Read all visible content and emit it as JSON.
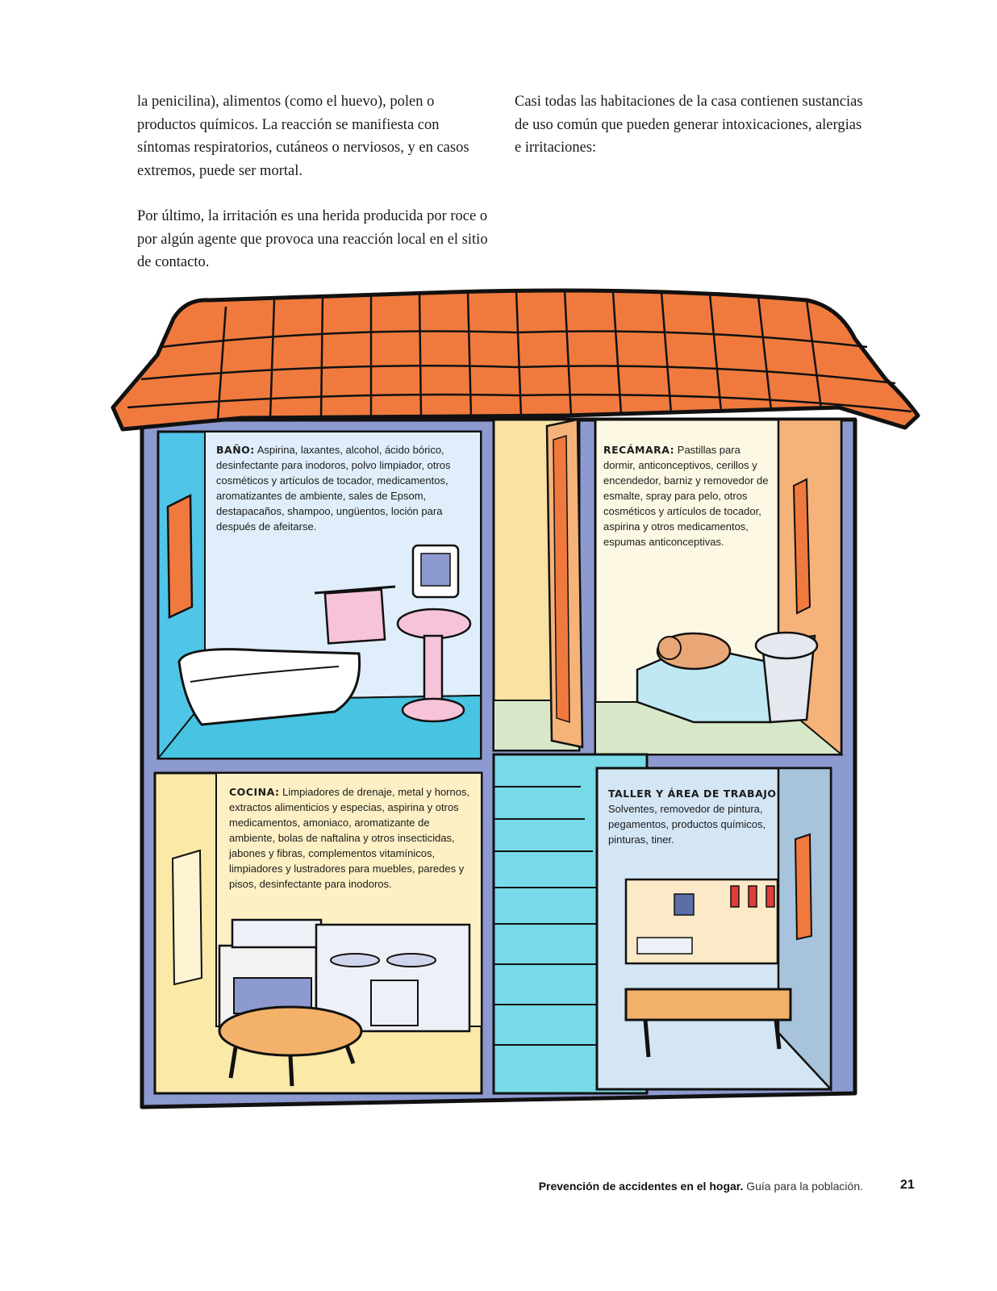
{
  "intro": {
    "left_p1": "la penicilina), alimentos (como el huevo), polen o productos químicos. La reacción se manifiesta con síntomas respiratorios, cutáneos o nerviosos, y en casos extremos, puede ser mortal.",
    "left_p2": "Por último, la irritación es una herida producida por roce o por algún agente que provoca una reacción local en el sitio de contacto.",
    "right_p1": "Casi todas las habitaciones de la casa contienen sustancias de uso común que pueden generar intoxicaciones, alergias e irritaciones:"
  },
  "rooms": {
    "bano": {
      "label": "BAÑO:",
      "text": "Aspirina, laxantes, alcohol, ácido bórico, desinfectante para inodoros, polvo limpiador, otros cosméticos y artículos de tocador, medicamentos, aromatizantes de ambiente, sales de Epsom, destapacaños, shampoo, ungüentos, loción para después de afeitarse."
    },
    "recamara": {
      "label": "RECÁMARA:",
      "text": "Pastillas para dormir, anticonceptivos, cerillos y encendedor, barniz y removedor de esmalte, spray para pelo, otros cosméticos y artículos de tocador, aspirina y otros medicamentos, espumas anticonceptivas."
    },
    "cocina": {
      "label": "COCINA:",
      "text": "Limpiadores de drenaje, metal y hornos, extractos alimenticios y especias, aspirina y otros medicamentos, amoniaco, aromatizante de ambiente, bolas de naftalina y otros insecticidas, jabones y fibras, complementos vitamínicos, limpiadores y lustradores para muebles, paredes y pisos, desinfectante para inodoros."
    },
    "taller": {
      "label": "TALLER Y ÁREA DE TRABAJO:",
      "text": "Solventes, removedor de pintura, pegamentos, productos químicos, pinturas, tiner."
    }
  },
  "footer": {
    "title": "Prevención de accidentes en el hogar.",
    "subtitle": "Guía para la población.",
    "page": "21"
  },
  "colors": {
    "roof": "#f07a3e",
    "wall": "#8d9ad0",
    "bath_wall": "#4fc6e8",
    "bath_inner": "#dfeefa",
    "bedroom": "#fdf8e3",
    "kitchen": "#fbe9a8",
    "stairs": "#78dae8",
    "workshop": "#d4e6f4"
  }
}
